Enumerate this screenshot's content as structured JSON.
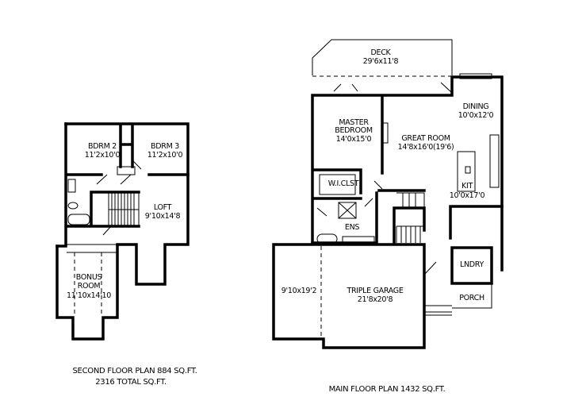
{
  "second_floor": {
    "rooms": [
      {
        "name": "BDRM 2",
        "size": "11'2x10'0"
      },
      {
        "name": "BDRM 3",
        "size": "11'2x10'0"
      },
      {
        "name": "LOFT",
        "size": "9'10x14'8"
      },
      {
        "name": "BONUS",
        "name2": "ROOM",
        "size": "11'10x14'10"
      }
    ],
    "caption": "SECOND FLOOR PLAN  884 SQ.FT.",
    "total": "2316 TOTAL SQ.FT."
  },
  "main_floor": {
    "rooms": [
      {
        "name": "DECK",
        "size": "29'6x11'8"
      },
      {
        "name": "MASTER",
        "name2": "BEDROOM",
        "size": "14'0x15'0"
      },
      {
        "name": "GREAT ROOM",
        "size": "14'8x16'0(19'6)"
      },
      {
        "name": "DINING",
        "size": "10'0x12'0"
      },
      {
        "name": "KIT",
        "size": "10'0x17'0"
      },
      {
        "name": "W.I.CLST"
      },
      {
        "name": "ENS"
      },
      {
        "name": "LNDRY"
      },
      {
        "name": "PORCH"
      },
      {
        "name": "TRIPLE GARAGE",
        "size": "21'8x20'8"
      },
      {
        "name": "",
        "size": "9'10x19'2"
      }
    ],
    "caption": "MAIN FLOOR PLAN  1432 SQ.FT."
  }
}
